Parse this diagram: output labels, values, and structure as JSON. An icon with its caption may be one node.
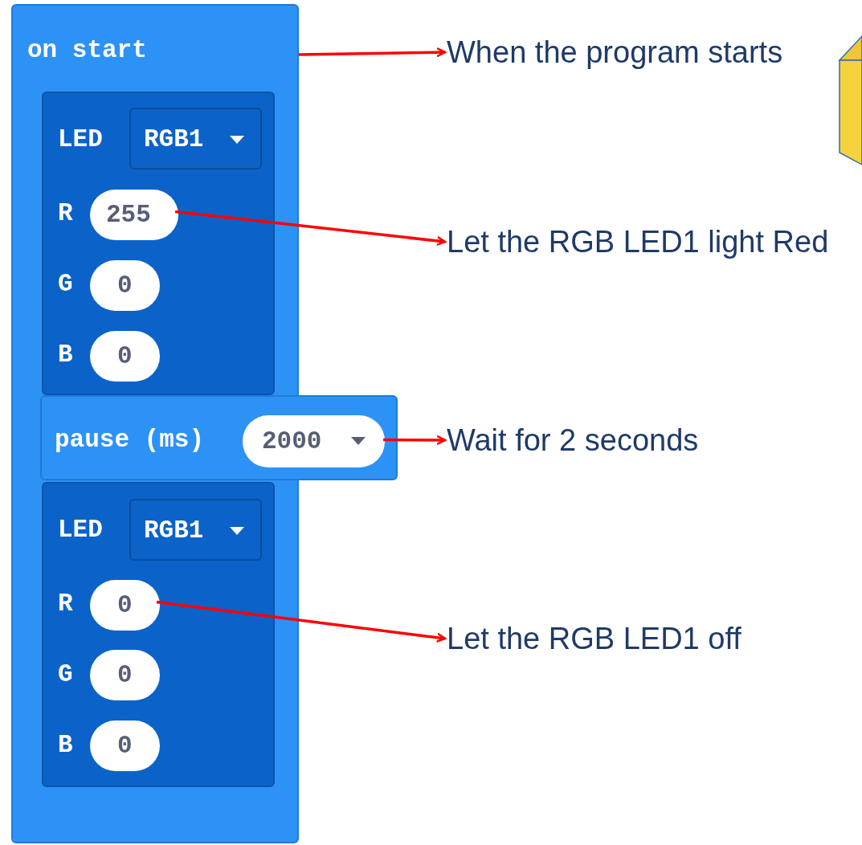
{
  "diagram": {
    "nodes": [
      {
        "text": [
          "on start"
        ]
      },
      {
        "text": [
          "LED",
          "R",
          "G",
          "B"
        ],
        "in": 0
      },
      {
        "text": [
          "RGB1"
        ],
        "in": 1
      },
      {
        "text": [
          "255"
        ],
        "in": 1
      },
      {
        "text": [
          "0"
        ],
        "in": 1
      },
      {
        "text": [
          "0"
        ],
        "in": 1
      },
      {
        "text": [
          "pause (ms)"
        ]
      },
      {
        "text": [
          "2000"
        ],
        "in": 6
      },
      {
        "text": [
          "LED",
          "R",
          "G",
          "B"
        ],
        "in": 0
      },
      {
        "text": [
          "RGB1"
        ],
        "in": 8
      },
      {
        "text": [
          "0"
        ],
        "in": 8
      },
      {
        "text": [
          "0"
        ],
        "in": 8
      },
      {
        "text": [
          "0"
        ],
        "in": 8
      },
      {
        "text": [
          "When the program starts"
        ]
      },
      {
        "text": [
          "Let the RGB LED1 light Red"
        ]
      },
      {
        "text": [
          "Wait for 2 seconds"
        ]
      },
      {
        "text": [
          "Let the RGB LED1 off"
        ]
      }
    ],
    "edges": [
      {
        "from": 0,
        "to": 13,
        "arrow": "to"
      },
      {
        "from": 3,
        "to": 14,
        "arrow": "to"
      },
      {
        "from": 7,
        "to": 15,
        "arrow": "to"
      },
      {
        "from": 10,
        "to": 16,
        "arrow": "to"
      }
    ]
  }
}
